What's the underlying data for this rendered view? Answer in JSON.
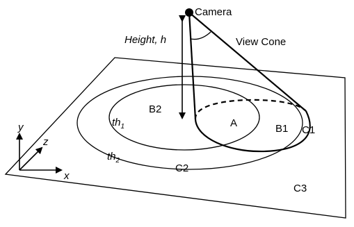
{
  "camera": {
    "label": "Camera"
  },
  "height": {
    "label": "Height, h"
  },
  "view_cone": {
    "label": "View Cone"
  },
  "regions": {
    "a": "A",
    "b1": "B1",
    "b2": "B2",
    "c1": "C1",
    "c2": "C2",
    "c3": "C3"
  },
  "thresholds": {
    "th1": {
      "base": "th",
      "sub": "1"
    },
    "th2": {
      "base": "th",
      "sub": "2"
    }
  },
  "axes": {
    "x": "x",
    "y": "y",
    "z": "z"
  }
}
